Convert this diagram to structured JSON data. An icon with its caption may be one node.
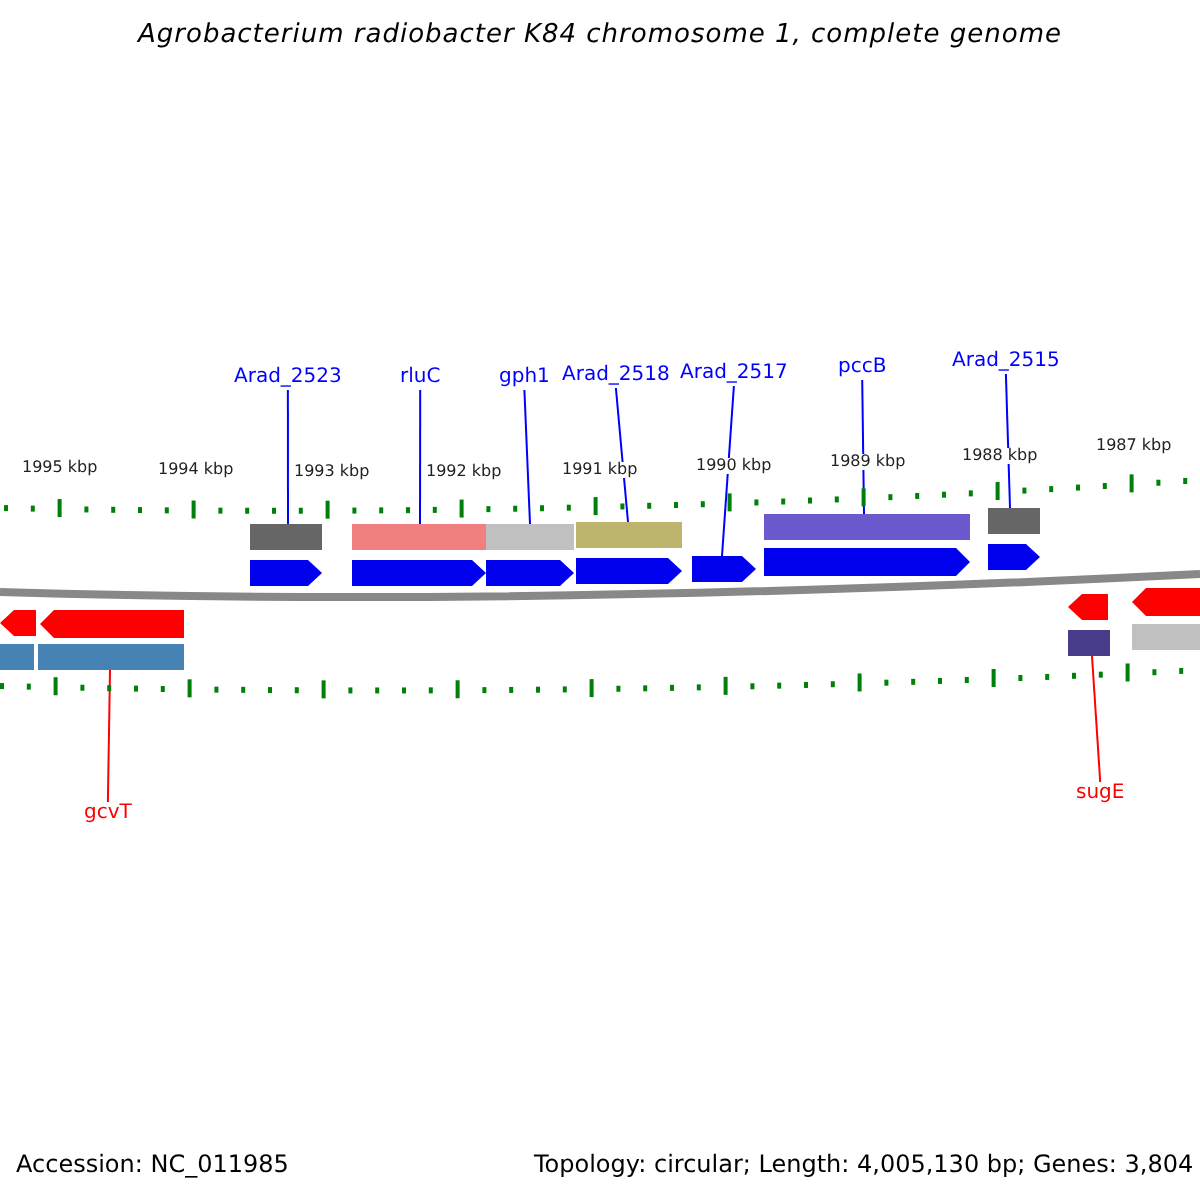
{
  "diagram": {
    "title": "Agrobacterium radiobacter K84 chromosome 1, complete genome",
    "nodes": [
      {
        "text": [
          "Arad_2523"
        ]
      },
      {
        "text": [
          "rluC"
        ]
      },
      {
        "text": [
          "gph1"
        ]
      },
      {
        "text": [
          "Arad_2518"
        ]
      },
      {
        "text": [
          "Arad_2517"
        ]
      },
      {
        "text": [
          "pccB"
        ]
      },
      {
        "text": [
          "Arad_2515"
        ]
      },
      {
        "text": [
          "gcvT"
        ]
      },
      {
        "text": [
          "sugE"
        ]
      },
      {
        "text": [],
        "shape": "arrow"
      },
      {
        "text": [],
        "shape": "arrow"
      },
      {
        "text": [],
        "shape": "arrow"
      },
      {
        "text": [],
        "shape": "arrow"
      },
      {
        "text": [],
        "shape": "arrow"
      },
      {
        "text": [],
        "shape": "arrow"
      },
      {
        "text": [],
        "shape": "arrow"
      },
      {
        "text": [],
        "shape": "arrow"
      },
      {
        "text": [],
        "shape": "arrow"
      }
    ],
    "edges": [
      {
        "from": 0,
        "to": 10,
        "arrow": "none"
      },
      {
        "from": 1,
        "to": 11,
        "arrow": "none"
      },
      {
        "from": 2,
        "to": 12,
        "arrow": "none"
      },
      {
        "from": 3,
        "to": 13,
        "arrow": "none"
      },
      {
        "from": 4,
        "to": 14,
        "arrow": "none"
      },
      {
        "from": 5,
        "to": 15,
        "arrow": "none"
      },
      {
        "from": 6,
        "to": 16,
        "arrow": "none"
      },
      {
        "from": 7,
        "to": 9,
        "arrow": "none",
        "color": "#ff0000"
      },
      {
        "from": 8,
        "to": 17,
        "arrow": "none",
        "color": "#ff0000"
      }
    ],
    "labels": [
      "1995 kbp",
      "1994 kbp",
      "1993 kbp",
      "1992 kbp",
      "1991 kbp",
      "1990 kbp",
      "1989 kbp",
      "1988 kbp",
      "1987 kbp",
      "Accession: NC_011985",
      "Topology: circular; Length: 4,005,130 bp; Genes: 3,804"
    ]
  }
}
